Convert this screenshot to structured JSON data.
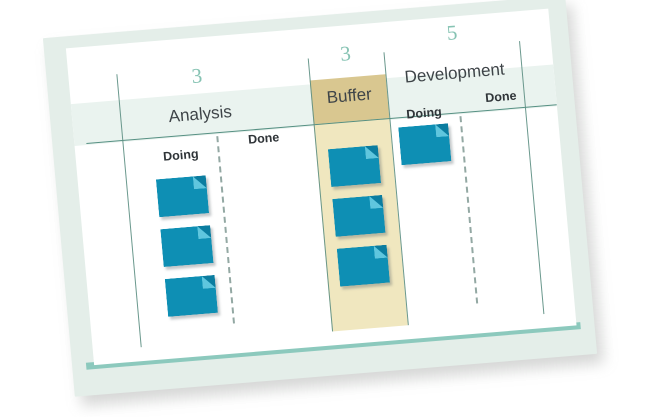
{
  "illustration": {
    "title": "Kanban board with WIP limits",
    "type": "kanban-board"
  },
  "colors": {
    "card": "#0e8fb4",
    "card_fold": "#5fc6de",
    "buffer_header": "#d9c790",
    "buffer_body": "#f0e7bf",
    "frame": "#e4eee9",
    "frame_accent": "#8cc9bd",
    "header_band": "#eaf3ef",
    "wip_number": "#86c3b3",
    "rule": "#4e8a7c",
    "dashed_divider": "#93a8a3"
  },
  "board": {
    "columns": [
      {
        "id": "analysis",
        "title": "Analysis",
        "wip_limit": "3",
        "highlighted": false,
        "subcolumns": [
          {
            "id": "analysis-doing",
            "label": "Doing",
            "card_count": 3
          },
          {
            "id": "analysis-done",
            "label": "Done",
            "card_count": 0
          }
        ]
      },
      {
        "id": "buffer",
        "title": "Buffer",
        "wip_limit": "3",
        "highlighted": true,
        "subcolumns": [
          {
            "id": "buffer-queue",
            "label": "",
            "card_count": 3
          }
        ]
      },
      {
        "id": "development",
        "title": "Development",
        "wip_limit": "5",
        "highlighted": false,
        "subcolumns": [
          {
            "id": "development-doing",
            "label": "Doing",
            "card_count": 1
          },
          {
            "id": "development-done",
            "label": "Done",
            "card_count": 0
          }
        ]
      }
    ]
  },
  "labels": {
    "analysis_wip": "3",
    "analysis_title": "Analysis",
    "analysis_doing": "Doing",
    "analysis_done": "Done",
    "buffer_wip": "3",
    "buffer_title": "Buffer",
    "development_wip": "5",
    "development_title": "Development",
    "development_doing": "Doing",
    "development_done": "Done"
  }
}
